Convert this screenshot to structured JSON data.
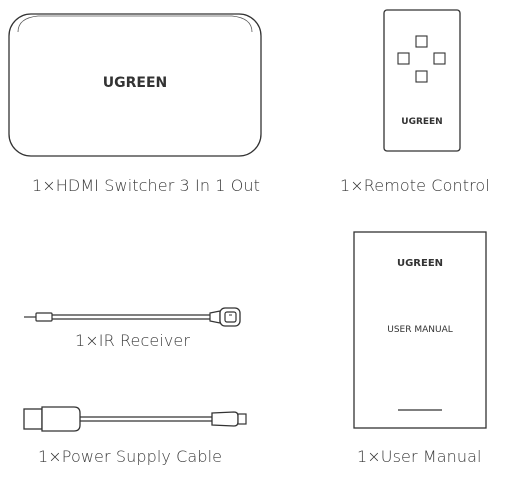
{
  "items": {
    "switcher": {
      "brand": "UGREEN",
      "caption": "1×HDMI Switcher 3 In 1 Out"
    },
    "remote": {
      "brand": "UGREEN",
      "caption": "1×Remote Control"
    },
    "ir_receiver": {
      "caption": "1×IR Receiver"
    },
    "power_cable": {
      "caption": "1×Power Supply Cable"
    },
    "manual": {
      "brand": "UGREEN",
      "title": "USER MANUAL",
      "caption": "1×User Manual"
    }
  }
}
